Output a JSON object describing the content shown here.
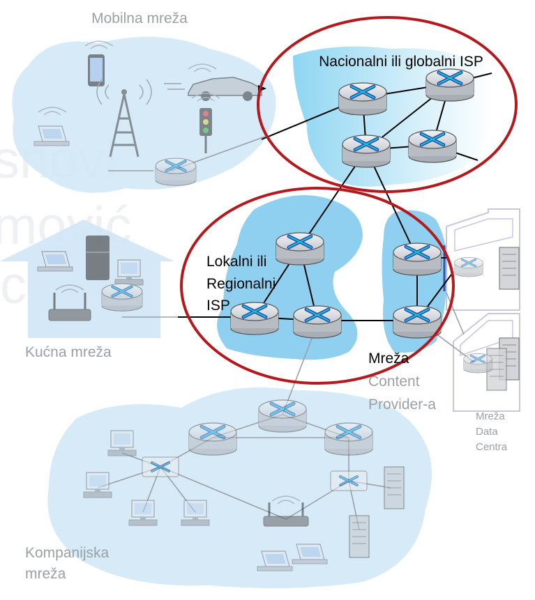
{
  "labels": {
    "mobile": "Mobilna mreža",
    "national_isp": "Nacionalni ili globalni ISP",
    "regional_isp_line1": "Lokalni ili",
    "regional_isp_line2": "Regionalni",
    "regional_isp_line3": "ISP",
    "home": "Kućna mreža",
    "content_line1": "Mreža",
    "content_line2": "Content",
    "content_line3": "Provider-a",
    "datacenter_line1": "Mreža",
    "datacenter_line2": "Data",
    "datacenter_line3": "Centra",
    "enterprise_line1": "Kompanijska",
    "enterprise_line2": "mreža",
    "watermark_line1": "snovi",
    "watermark_line2": "mović",
    "watermark_line3": "c"
  },
  "colors": {
    "cloud_fill": "#cfe6f6",
    "cloud_fill_strong": "#8fd0f0",
    "highlight_ellipse": "#b3191d",
    "router_body": "#c9ccd2",
    "router_arrow": "#1d4fb8",
    "router_arrow_cyan": "#22c0c8",
    "link": "#000000",
    "link_faded": "#9aa0a6",
    "label_faded": "#9aa0a6",
    "datacenter": "#b9b3d8"
  }
}
